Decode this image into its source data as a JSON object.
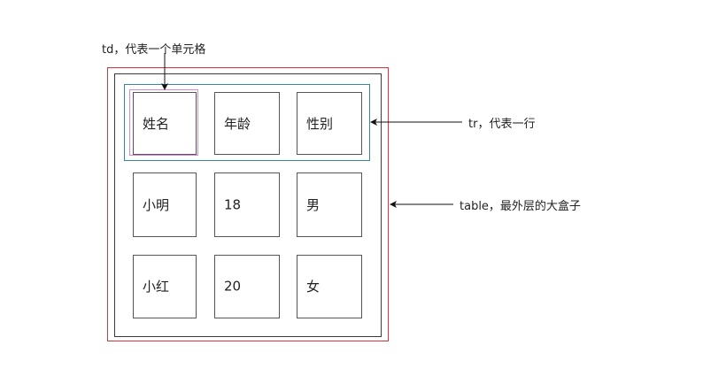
{
  "annotations": {
    "td": "td，代表一个单元格",
    "tr": "tr，代表一行",
    "table": "table，最外层的大盒子"
  },
  "table": {
    "rows": [
      [
        "姓名",
        "年龄",
        "性别"
      ],
      [
        "小明",
        "18",
        "男"
      ],
      [
        "小红",
        "20",
        "女"
      ]
    ]
  },
  "colors": {
    "table_border": "#d9343a",
    "inner_border": "#3b3b3b",
    "tr_border": "#3a86a8",
    "td_highlight": "#d78ad8",
    "cell_border": "#555555"
  }
}
